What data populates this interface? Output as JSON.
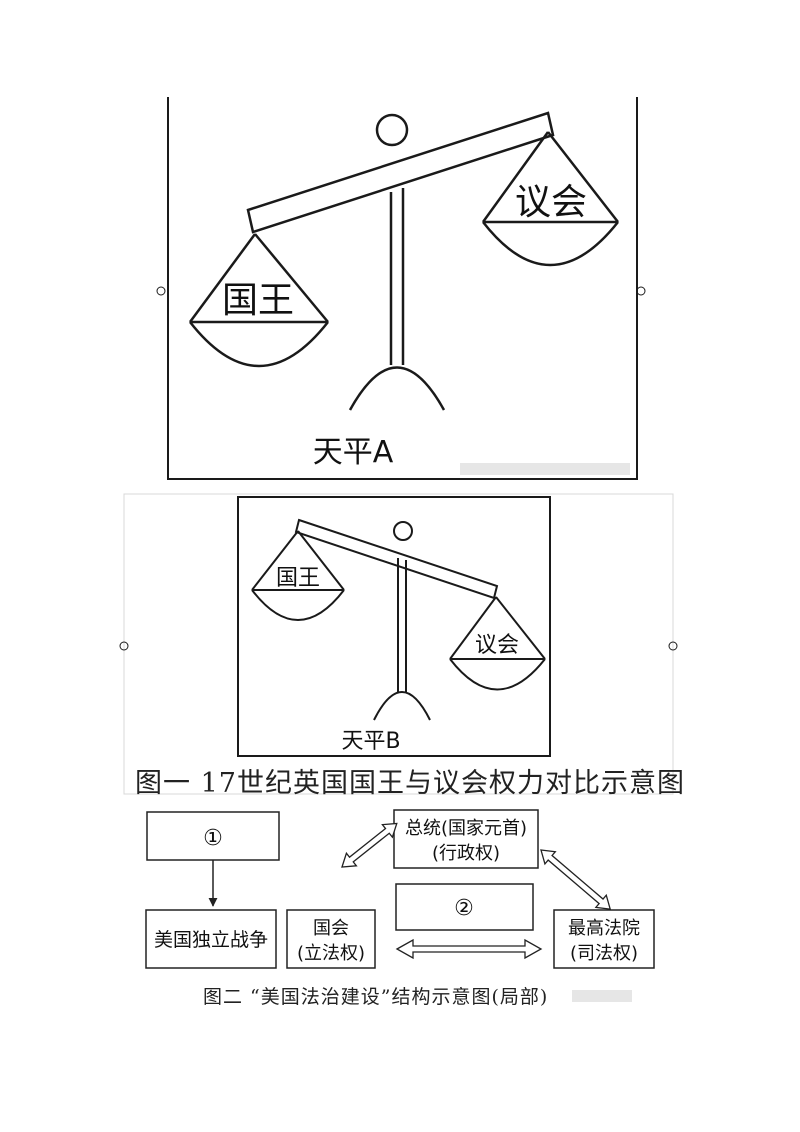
{
  "figure1": {
    "scale_a": {
      "left_pan": "国王",
      "right_pan": "议会",
      "caption": "天平A"
    },
    "scale_b": {
      "left_pan": "国王",
      "right_pan": "议会",
      "caption": "天平B"
    },
    "caption": "图一 17世纪英国国王与议会权力对比示意图"
  },
  "figure2": {
    "box_blank_1": "①",
    "box_war": "美国独立战争",
    "box_president_line1": "总统(国家元首)",
    "box_president_line2": "(行政权)",
    "box_congress_line1": "国会",
    "box_congress_line2": "(立法权)",
    "box_blank_2": "②",
    "box_court_line1": "最高法院",
    "box_court_line2": "(司法权)",
    "caption": "图二 “美国法治建设”结构示意图(局部)"
  },
  "colors": {
    "ink": "#1a1a1a",
    "background": "#ffffff"
  }
}
